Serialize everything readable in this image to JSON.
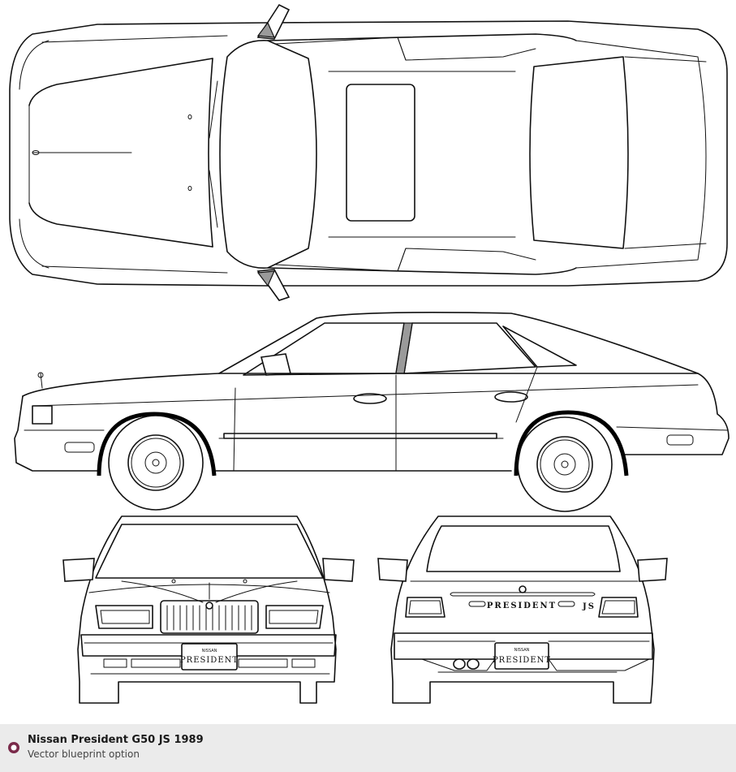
{
  "drawing": {
    "views": [
      "top-view",
      "side-view",
      "front-view",
      "rear-view"
    ],
    "front_plate_brand": "NISSAN",
    "front_plate_model": "PRESIDENT",
    "rear_plate_brand": "NISSAN",
    "rear_plate_model": "PRESIDENT",
    "rear_badge": "PRESIDENT",
    "rear_badge_trim": "JS"
  },
  "caption": {
    "title": "Nissan President G50 JS 1989",
    "subtitle": "Vector blueprint option",
    "icon": "circle-bullet-icon",
    "icon_color": "#7a2a4a"
  }
}
